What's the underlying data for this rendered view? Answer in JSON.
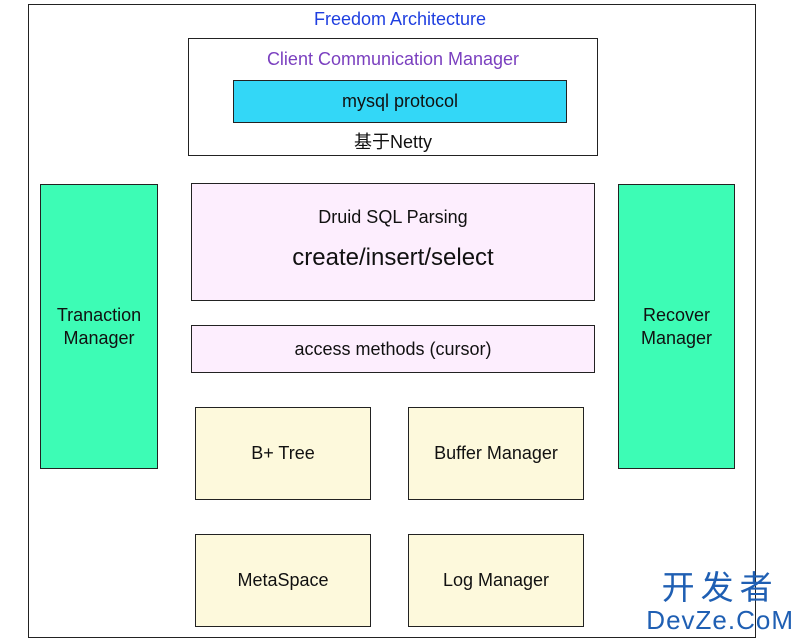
{
  "title": "Freedom Architecture",
  "client": {
    "title": "Client Communication Manager",
    "protocol": "mysql protocol",
    "note": "基于Netty"
  },
  "left_box": {
    "line1": "Tranaction",
    "line2": "Manager"
  },
  "right_box": {
    "line1": "Recover",
    "line2": "Manager"
  },
  "parsing": {
    "title": "Druid SQL Parsing",
    "ops": "create/insert/select"
  },
  "access": "access methods (cursor)",
  "storage": {
    "btree": "B+ Tree",
    "buffer": "Buffer Manager",
    "meta": "MetaSpace",
    "log": "Log Manager"
  },
  "watermark": {
    "top": "开发者",
    "bottom": "DevZe.CoM"
  },
  "colors": {
    "title": "#1f3fe0",
    "client_title": "#7a3fbf",
    "protocol_fill": "#33d7f7",
    "manager_fill": "#3dfcb5",
    "parsing_fill": "#fdeefe",
    "storage_fill": "#fdf9dc",
    "watermark": "#1f5fb3"
  }
}
